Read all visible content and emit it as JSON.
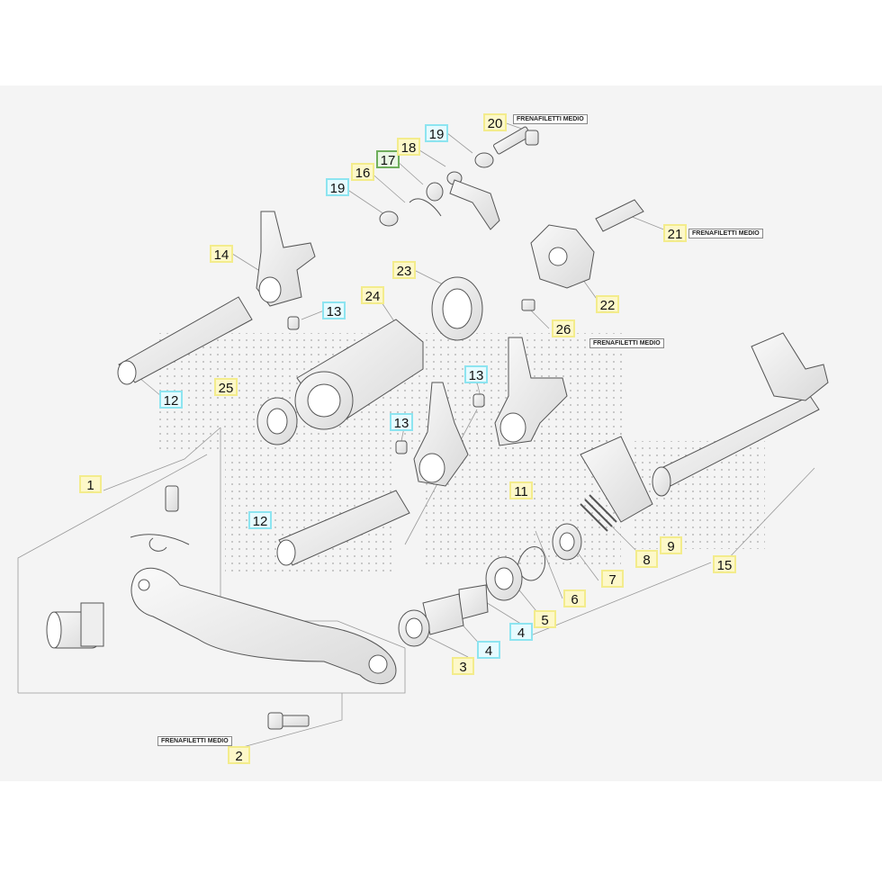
{
  "diagram": {
    "callouts": [
      {
        "id": "c1",
        "label": "1",
        "style": "yellow"
      },
      {
        "id": "c2",
        "label": "2",
        "style": "yellow"
      },
      {
        "id": "c3",
        "label": "3",
        "style": "yellow"
      },
      {
        "id": "c4a",
        "label": "4",
        "style": "cyan"
      },
      {
        "id": "c4b",
        "label": "4",
        "style": "cyan"
      },
      {
        "id": "c5",
        "label": "5",
        "style": "yellow"
      },
      {
        "id": "c6",
        "label": "6",
        "style": "yellow"
      },
      {
        "id": "c7",
        "label": "7",
        "style": "yellow"
      },
      {
        "id": "c8",
        "label": "8",
        "style": "yellow"
      },
      {
        "id": "c9",
        "label": "9",
        "style": "yellow"
      },
      {
        "id": "c11",
        "label": "11",
        "style": "yellow"
      },
      {
        "id": "c12a",
        "label": "12",
        "style": "cyan"
      },
      {
        "id": "c12b",
        "label": "12",
        "style": "cyan"
      },
      {
        "id": "c13a",
        "label": "13",
        "style": "cyan"
      },
      {
        "id": "c13b",
        "label": "13",
        "style": "cyan"
      },
      {
        "id": "c13c",
        "label": "13",
        "style": "cyan"
      },
      {
        "id": "c14",
        "label": "14",
        "style": "yellow"
      },
      {
        "id": "c15",
        "label": "15",
        "style": "yellow"
      },
      {
        "id": "c16",
        "label": "16",
        "style": "yellow"
      },
      {
        "id": "c17",
        "label": "17",
        "style": "green"
      },
      {
        "id": "c18",
        "label": "18",
        "style": "yellow"
      },
      {
        "id": "c19a",
        "label": "19",
        "style": "cyan"
      },
      {
        "id": "c19b",
        "label": "19",
        "style": "cyan"
      },
      {
        "id": "c20",
        "label": "20",
        "style": "yellow"
      },
      {
        "id": "c21",
        "label": "21",
        "style": "yellow"
      },
      {
        "id": "c22",
        "label": "22",
        "style": "yellow"
      },
      {
        "id": "c23",
        "label": "23",
        "style": "yellow"
      },
      {
        "id": "c24",
        "label": "24",
        "style": "yellow"
      },
      {
        "id": "c25",
        "label": "25",
        "style": "yellow"
      },
      {
        "id": "c26",
        "label": "26",
        "style": "yellow"
      }
    ],
    "threadlock_tags": [
      {
        "id": "t20",
        "text": "FRENAFILETTI MEDIO"
      },
      {
        "id": "t21",
        "text": "FRENAFILETTI MEDIO"
      },
      {
        "id": "t26",
        "text": "FRENAFILETTI MEDIO"
      },
      {
        "id": "t2",
        "text": "FRENAFILETTI MEDIO"
      }
    ],
    "colors": {
      "yellow_fill": "#fdf8c9",
      "yellow_border": "#f3ec8c",
      "cyan_fill": "#e6fbff",
      "cyan_border": "#8de4f0",
      "green_fill": "#e9f6e4",
      "green_border": "#6fae5c",
      "part_stroke": "#555555",
      "background": "#f4f4f4"
    }
  }
}
